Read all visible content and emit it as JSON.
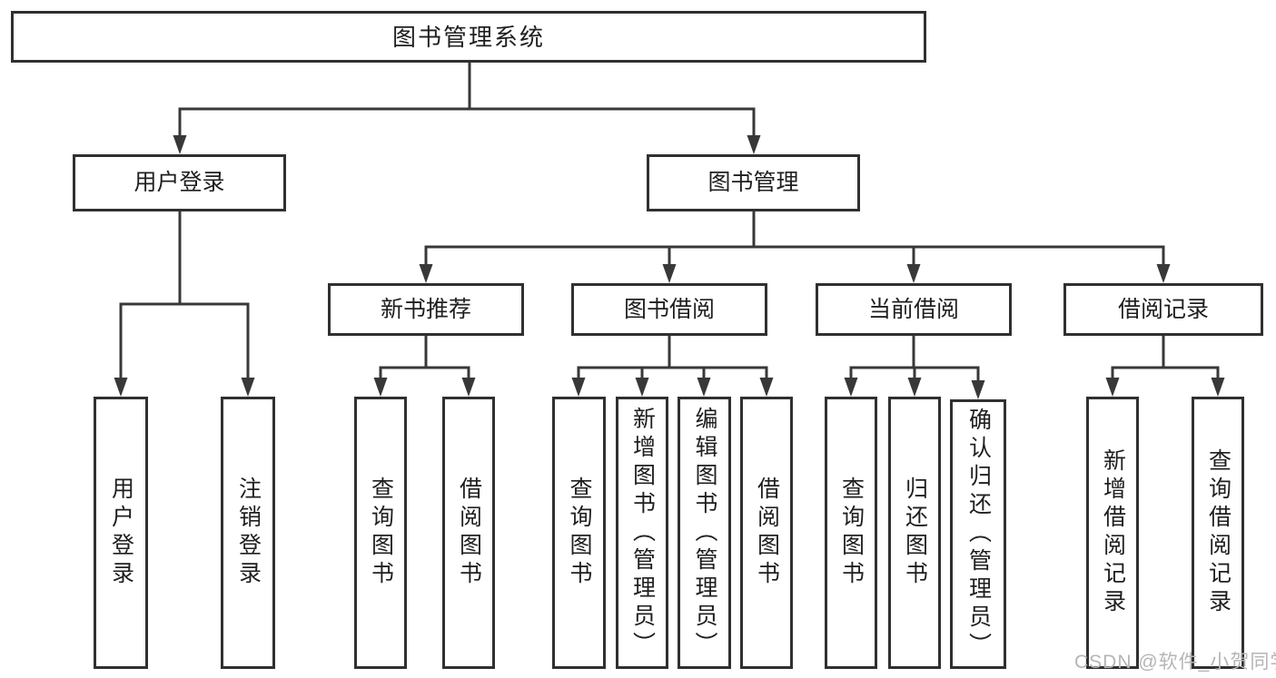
{
  "diagram": {
    "root": {
      "label": "图书管理系统"
    },
    "level2": [
      {
        "label": "用户登录"
      },
      {
        "label": "图书管理"
      }
    ],
    "level3": [
      {
        "label": "新书推荐"
      },
      {
        "label": "图书借阅"
      },
      {
        "label": "当前借阅"
      },
      {
        "label": "借阅记录"
      }
    ],
    "leaves": {
      "user_login": [
        {
          "label": "用户登录"
        },
        {
          "label": "注销登录"
        }
      ],
      "new_book": [
        {
          "label": "查询图书"
        },
        {
          "label": "借阅图书"
        }
      ],
      "book_borrow": [
        {
          "label": "查询图书"
        },
        {
          "label": "新增图书（管理员）"
        },
        {
          "label": "编辑图书（管理员）"
        },
        {
          "label": "借阅图书"
        }
      ],
      "current_borrow": [
        {
          "label": "查询图书"
        },
        {
          "label": "归还图书"
        },
        {
          "label": "确认归还（管理员）"
        }
      ],
      "borrow_records": [
        {
          "label": "新增借阅记录"
        },
        {
          "label": "查询借阅记录"
        }
      ]
    }
  },
  "watermark": {
    "text": "CSDN @软件_小贺同学"
  },
  "colors": {
    "line": "#383838",
    "border": "#303030",
    "text": "#1f1f1f",
    "watermark": "#b5b5b5",
    "background": "#ffffff"
  }
}
